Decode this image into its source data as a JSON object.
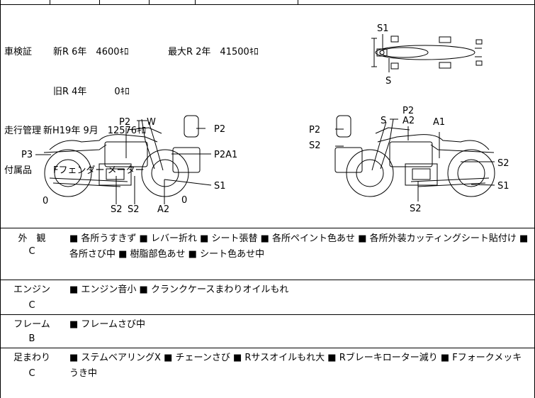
{
  "info": {
    "shaken_label": "車検証",
    "shaken_new": "新R 6年　4600ｷﾛ",
    "shaken_max": "最大R 2年　41500ｷﾛ",
    "shaken_old": "旧R 4年　　　0ｷﾛ",
    "travel_label": "走行管理",
    "travel_value": "新H19年 9月　12576ｷﾛ",
    "accessory_label": "付属品",
    "accessory_value": "Fフェンダー メーター"
  },
  "diagram_labels": {
    "top_s1": "S1",
    "top_s": "S",
    "left_p2_top": "P2",
    "left_w": "W",
    "left_p2_right": "P2",
    "left_p3": "P3",
    "left_p2a1": "P2A1",
    "left_s1": "S1",
    "left_0_a": "0",
    "left_s2_a": "S2",
    "left_s2_b": "S2",
    "left_a2": "A2",
    "left_0_b": "0",
    "right_p2_top": "P2",
    "right_s": "S",
    "right_a2": "A2",
    "right_a1": "A1",
    "right_p2_left": "P2",
    "right_s2_left": "S2",
    "right_s2_right": "S2",
    "right_s1": "S1",
    "right_s2_bottom": "S2"
  },
  "sections": [
    {
      "name": "外　観",
      "grade": "C",
      "text": "■ 各所うすきず ■ レバー折れ ■ シート張替 ■ 各所ペイント色あせ ■ 各所外装カッティングシート貼付け ■ 各所さび中 ■ 樹脂部色あせ ■ シート色あせ中"
    },
    {
      "name": "エンジン",
      "grade": "C",
      "text": "■ エンジン音小 ■ クランクケースまわりオイルもれ"
    },
    {
      "name": "フレーム",
      "grade": "B",
      "text": "■ フレームさび中"
    },
    {
      "name": "足まわり",
      "grade": "C",
      "text": "■ ステムベアリングX ■ チェーンさび ■ Rサスオイルもれ大 ■ Rブレーキローター減り ■ Fフォークメッキうき中"
    }
  ]
}
